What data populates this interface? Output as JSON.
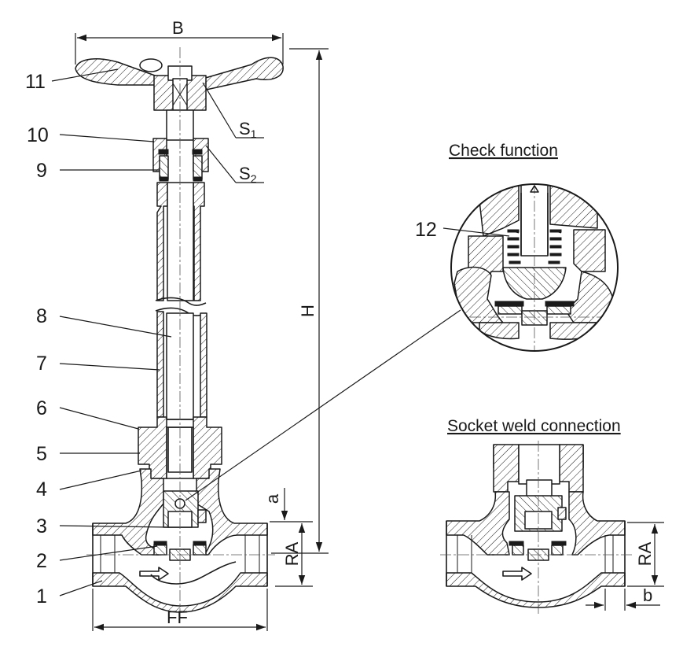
{
  "titles": {
    "check_function": "Check function",
    "socket_weld": "Socket weld connection"
  },
  "dimensions": {
    "B": "B",
    "H": "H",
    "FF": "FF",
    "RA_main": "RA",
    "RA_socket": "RA",
    "a": "a",
    "b": "b",
    "S1_letter": "S",
    "S1_sub": "1",
    "S2_letter": "S",
    "S2_sub": "2"
  },
  "parts": [
    "1",
    "2",
    "3",
    "4",
    "5",
    "6",
    "7",
    "8",
    "9",
    "10",
    "11",
    "12"
  ]
}
